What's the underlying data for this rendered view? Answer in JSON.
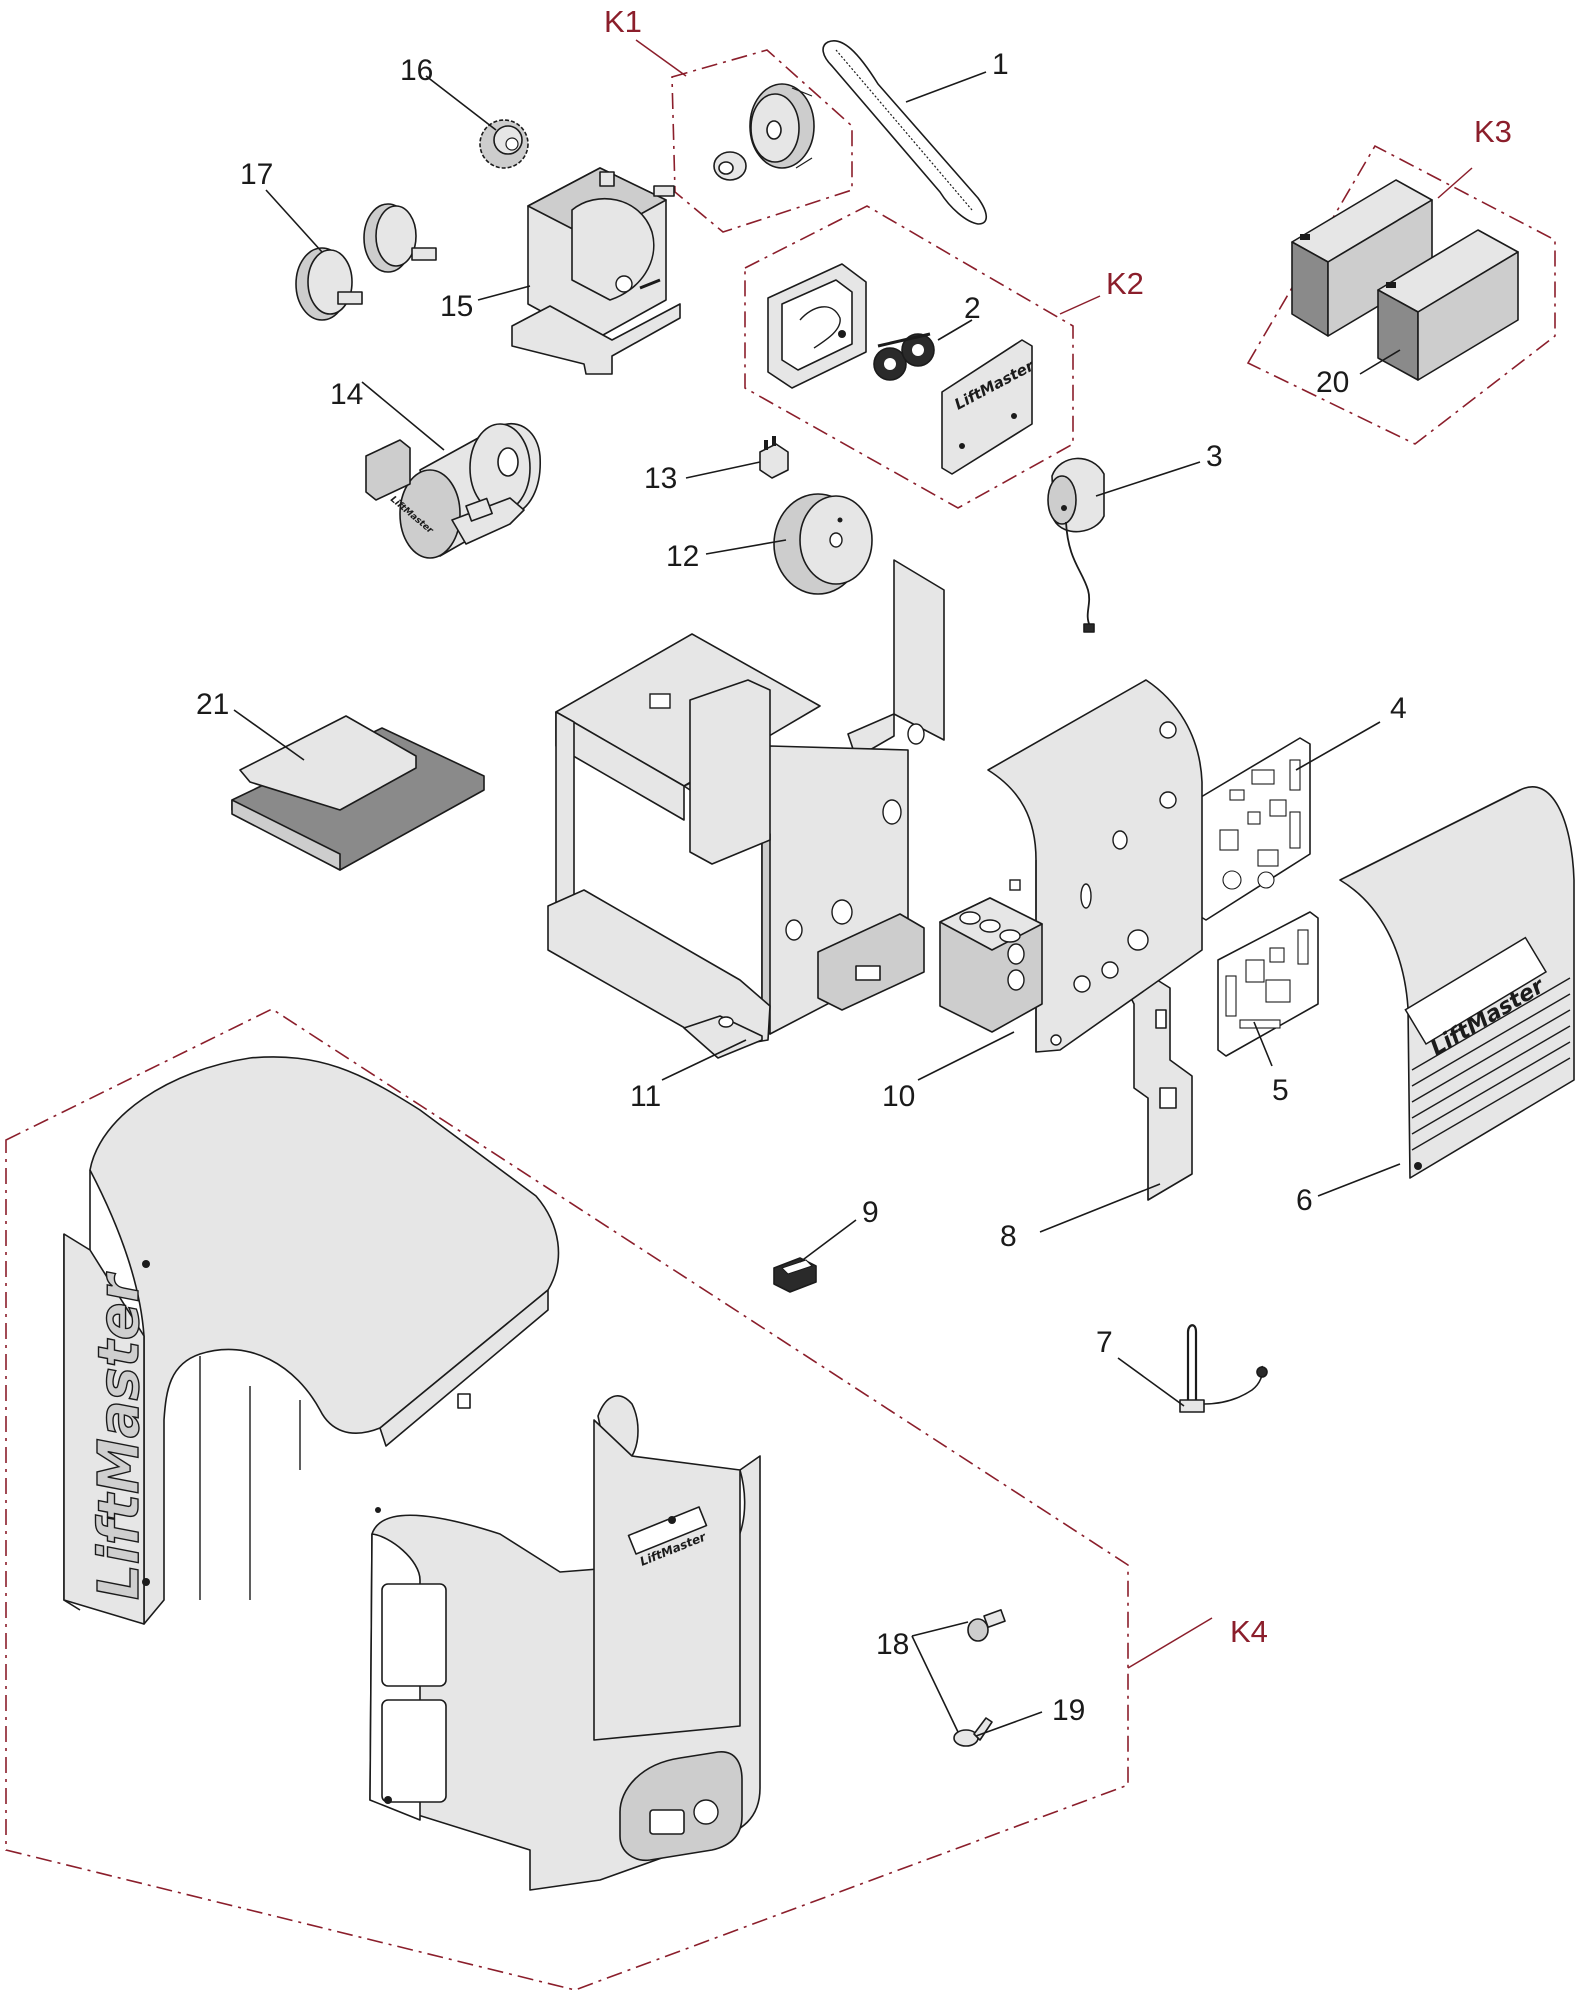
{
  "kits": [
    {
      "id": "K1",
      "label": "K1"
    },
    {
      "id": "K2",
      "label": "K2"
    },
    {
      "id": "K3",
      "label": "K3"
    },
    {
      "id": "K4",
      "label": "K4"
    }
  ],
  "parts": [
    {
      "id": "1",
      "label": "1"
    },
    {
      "id": "2",
      "label": "2"
    },
    {
      "id": "3",
      "label": "3"
    },
    {
      "id": "4",
      "label": "4"
    },
    {
      "id": "5",
      "label": "5"
    },
    {
      "id": "6",
      "label": "6"
    },
    {
      "id": "7",
      "label": "7"
    },
    {
      "id": "8",
      "label": "8"
    },
    {
      "id": "9",
      "label": "9"
    },
    {
      "id": "10",
      "label": "10"
    },
    {
      "id": "11",
      "label": "11"
    },
    {
      "id": "12",
      "label": "12"
    },
    {
      "id": "13",
      "label": "13"
    },
    {
      "id": "14",
      "label": "14"
    },
    {
      "id": "15",
      "label": "15"
    },
    {
      "id": "16",
      "label": "16"
    },
    {
      "id": "17",
      "label": "17"
    },
    {
      "id": "18",
      "label": "18"
    },
    {
      "id": "19",
      "label": "19"
    },
    {
      "id": "20",
      "label": "20"
    },
    {
      "id": "21",
      "label": "21"
    }
  ],
  "brand_marks": {
    "logo": "LiftMaster"
  },
  "colors": {
    "kit_outline": "#8b1e2b",
    "line_art": "#1b1b1b",
    "part_fill_light": "#e6e6e6",
    "part_fill_mid": "#cdcdcd",
    "battery_fill": "#8a8a8a"
  }
}
